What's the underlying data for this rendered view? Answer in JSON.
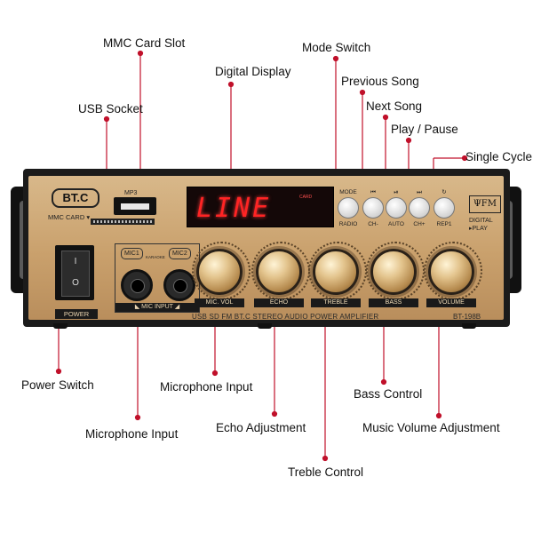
{
  "callouts": {
    "mmc_card_slot": "MMC Card Slot",
    "usb_socket": "USB Socket",
    "digital_display": "Digital Display",
    "mode_switch": "Mode Switch",
    "previous_song": "Previous Song",
    "next_song": "Next Song",
    "play_pause": "Play / Pause",
    "single_cycle": "Single Cycle",
    "power_switch": "Power Switch",
    "microphone_input_1": "Microphone Input",
    "microphone_input_2": "Microphone Input",
    "echo_adjustment": "Echo Adjustment",
    "treble_control": "Treble Control",
    "bass_control": "Bass Control",
    "music_volume_adjustment": "Music Volume Adjustment"
  },
  "device": {
    "brand": "BT.C",
    "mmc_label": "MMC CARD ▾",
    "mp3_label": "MP3",
    "display_text": "LINE",
    "display_small": "CARD",
    "power_label": "POWER",
    "power_on_mark": "I",
    "power_off_mark": "O",
    "mic1": "MIC1",
    "mic2": "MIC2",
    "karaoke": "KARAOKE",
    "mic_input_label": "◣ MIC INPUT ◢",
    "buttons": [
      {
        "top": "MODE",
        "bottom": "RADIO"
      },
      {
        "top": "⏮",
        "bottom": "CH-"
      },
      {
        "top": "⏯",
        "bottom": "AUTO"
      },
      {
        "top": "⏭",
        "bottom": "CH+"
      },
      {
        "top": "↻",
        "bottom": "REP1"
      }
    ],
    "fm_logo": "ΨFM",
    "digital_play": "DIGITAL\n▸PLAY",
    "knobs": [
      "MIC. VOL",
      "ECHO",
      "TREBLE",
      "BASS",
      "VOLUME"
    ],
    "model_line": "USB SD FM BT.C STEREO AUDIO POWER AMPLIFIER",
    "model_id": "BT-198B"
  },
  "colors": {
    "faceplate": "#c9a06c",
    "display_text": "#ff2424",
    "leader_line": "#c0102a"
  }
}
